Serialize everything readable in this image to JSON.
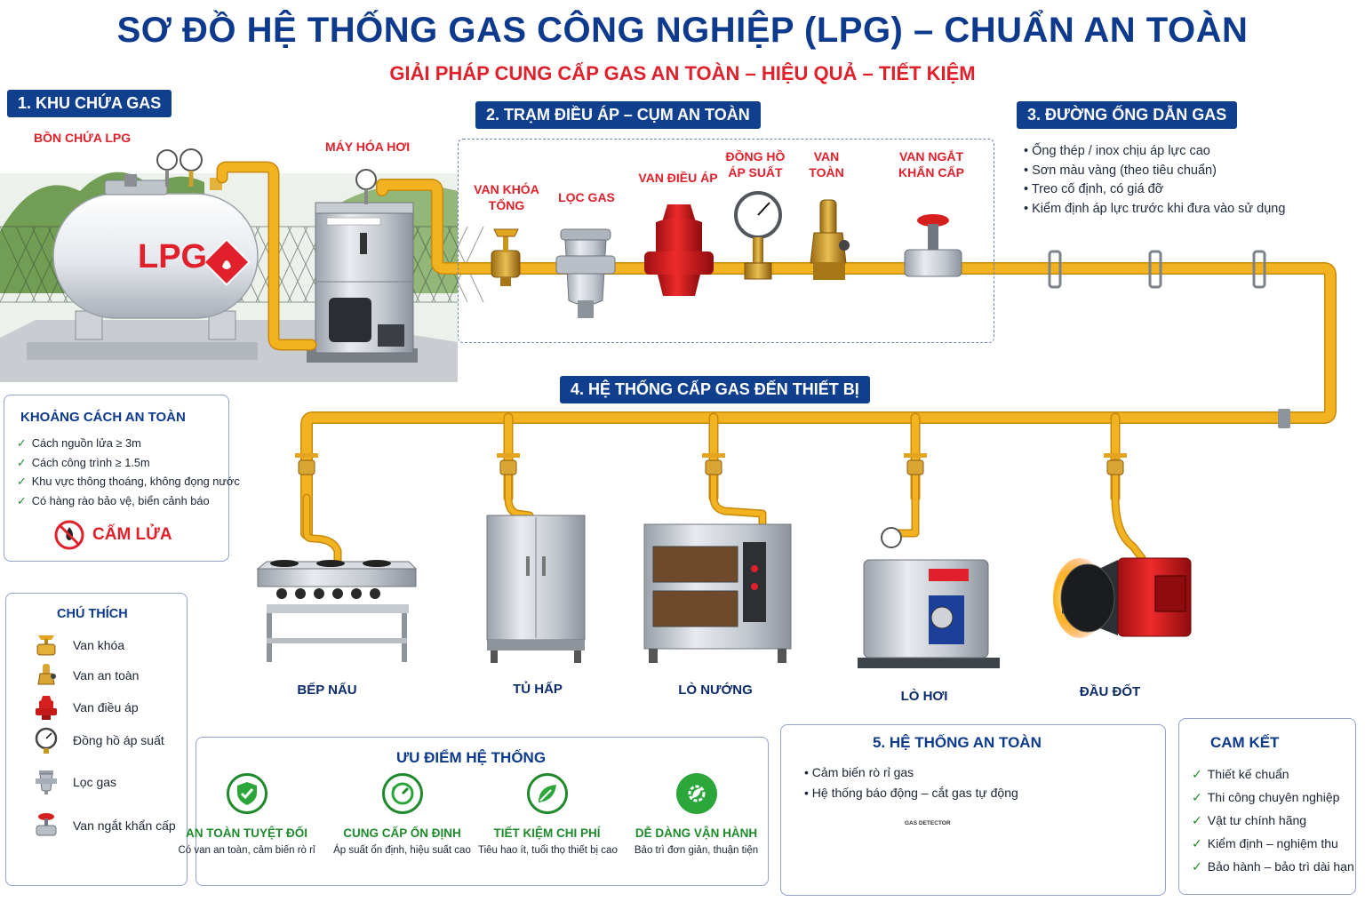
{
  "title": "SƠ ĐỒ HỆ THỐNG GAS CÔNG NGHIỆP (LPG) – CHUẨN AN TOÀN",
  "subtitle": "GIẢI PHÁP CUNG CẤP GAS AN TOÀN – HIỆU QUẢ – TIẾT KIỆM",
  "sections": {
    "storage": {
      "tag": "1. KHU CHỨA GAS",
      "tank_label": "BỒN CHỨA LPG",
      "tank_marking": "LPG",
      "vaporizer_label": "MÁY HÓA HƠI"
    },
    "regulator": {
      "tag": "2. TRẠM ĐIỀU ÁP – CỤM AN TOÀN",
      "components": [
        {
          "label": "VAN KHÓA\nTỔNG"
        },
        {
          "label": "LỌC GAS"
        },
        {
          "label": "VAN ĐIỀU ÁP"
        },
        {
          "label": "ĐỒNG HỒ\nÁP SUẤT"
        },
        {
          "label": "VAN\nTOÀN"
        },
        {
          "label": "VAN NGẮT\nKHẨN CẤP"
        }
      ]
    },
    "pipeline": {
      "tag": "3. ĐƯỜNG ỐNG DẪN GAS",
      "notes": [
        "Ống thép / inox chịu áp lực cao",
        "Sơn màu vàng (theo tiêu chuẩn)",
        "Treo cố định, có giá đỡ",
        "Kiểm định áp lực trước khi đưa vào sử dụng"
      ]
    },
    "supply": {
      "tag": "4. HỆ THỐNG CẤP GAS ĐẾN THIẾT BỊ",
      "devices": [
        {
          "label": "BẾP NẤU"
        },
        {
          "label": "TỦ HẤP"
        },
        {
          "label": "LÒ NƯỚNG"
        },
        {
          "label": "LÒ HƠI"
        },
        {
          "label": "ĐẦU ĐỐT"
        }
      ]
    },
    "safety": {
      "title": "5. HỆ THỐNG AN TOÀN",
      "items": [
        "Cảm biến rò rỉ gas",
        "Hệ thống báo động – cắt gas tự động"
      ],
      "detector_text": "GAS DETECTOR"
    }
  },
  "safe_distance": {
    "title": "KHOẢNG CÁCH AN TOÀN",
    "items": [
      "Cách nguồn lửa ≥ 3m",
      "Cách công trình ≥ 1.5m",
      "Khu vực thông thoáng, không đọng nước",
      "Có hàng rào bảo vệ, biển cảnh báo"
    ],
    "warning": "CẤM LỬA"
  },
  "legend": {
    "title": "CHÚ THÍCH",
    "items": [
      {
        "label": "Van khóa",
        "icon": "ball-valve-icon"
      },
      {
        "label": "Van an toàn",
        "icon": "safety-valve-icon"
      },
      {
        "label": "Van điều áp",
        "icon": "regulator-icon"
      },
      {
        "label": "Đồng hồ áp suất",
        "icon": "pressure-gauge-icon"
      },
      {
        "label": "Lọc  gas",
        "icon": "gas-filter-icon"
      },
      {
        "label": "Van ngắt khẩn cấp",
        "icon": "emergency-valve-icon"
      }
    ]
  },
  "advantages": {
    "title": "ƯU ĐIỂM HỆ THỐNG",
    "items": [
      {
        "title": "AN TOÀN TUYỆT ĐỐI",
        "desc": "Có van an toàn, cảm biến rò rỉ",
        "icon": "shield-check-icon"
      },
      {
        "title": "CUNG CẤP ỔN ĐỊNH",
        "desc": "Áp suất ổn định, hiệu suất cao",
        "icon": "cycle-gauge-icon"
      },
      {
        "title": "TIẾT KIỆM CHI PHÍ",
        "desc": "Tiêu hao ít, tuổi thọ thiết bị cao",
        "icon": "leaf-icon"
      },
      {
        "title": "DỄ DÀNG VẬN HÀNH",
        "desc": "Bảo trì đơn giản, thuận tiện",
        "icon": "gear-leaf-icon"
      }
    ]
  },
  "commitment": {
    "title": "CAM KẾT",
    "items": [
      "Thiết kế chuẩn",
      "Thi công chuyên nghiệp",
      "Vật tư chính hãng",
      "Kiểm định – nghiệm thu",
      "Bảo hành – bảo trì dài hạn"
    ]
  },
  "colors": {
    "navy": "#103f8e",
    "red": "#e0202a",
    "pipe": "#f3b21f",
    "green": "#1f8a2c"
  }
}
